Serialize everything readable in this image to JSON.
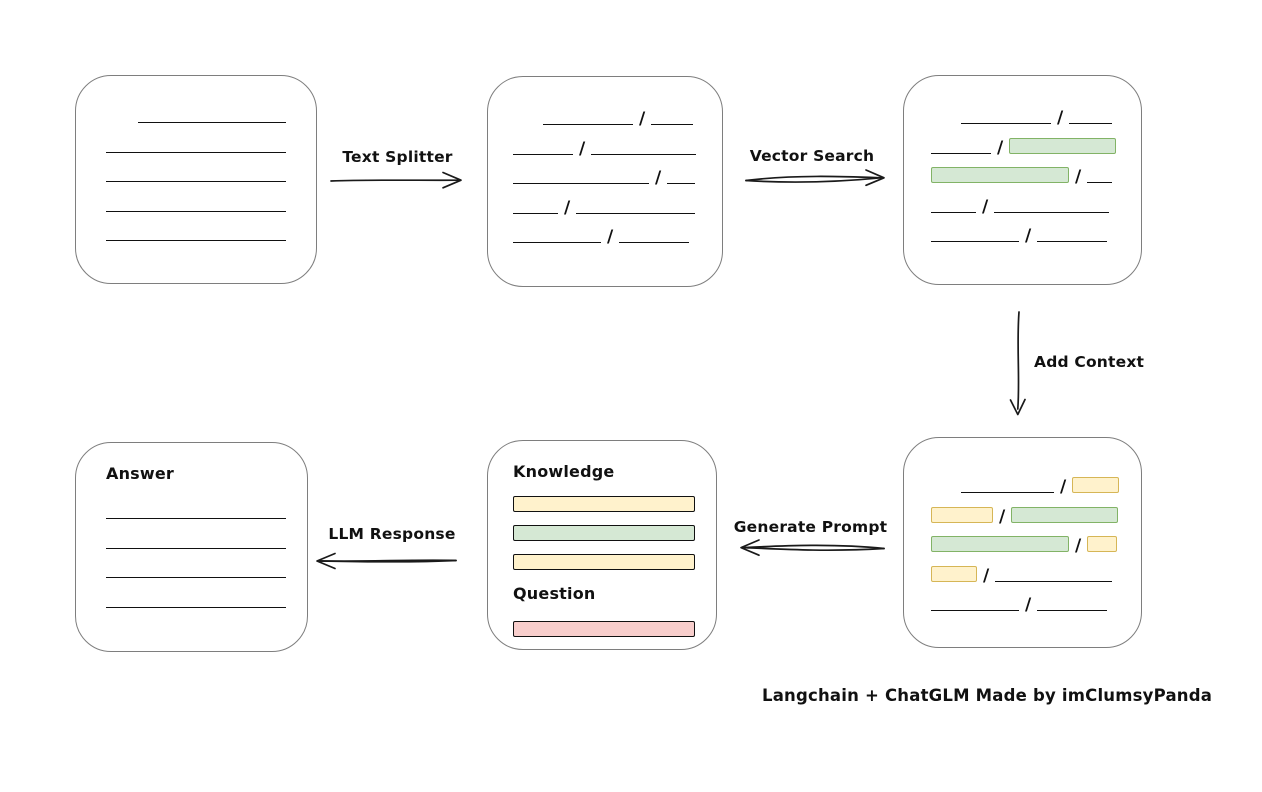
{
  "caption": "Langchain + ChatGLM Made by imClumsyPanda",
  "arrows": {
    "text_splitter": {
      "label": "Text Splitter",
      "direction": "right"
    },
    "vector_search": {
      "label": "Vector Search",
      "direction": "right"
    },
    "add_context": {
      "label": "Add Context",
      "direction": "down"
    },
    "generate_prompt": {
      "label": "Generate Prompt",
      "direction": "left"
    },
    "llm_response": {
      "label": "LLM Response",
      "direction": "left"
    }
  },
  "colors": {
    "green_fill": "#d5e8d4",
    "green_stroke": "#82b366",
    "yellow_fill": "#fff2cc",
    "yellow_stroke": "#d6b656",
    "red_fill": "#f8cecc",
    "red_stroke": "#b85450",
    "box_stroke": "#7e7e7e",
    "ink": "#111111"
  },
  "boxes": {
    "document": {
      "rows": [
        {
          "indent": 32,
          "tokens": [
            {
              "t": "line",
              "w": 148
            }
          ]
        },
        {
          "tokens": [
            {
              "t": "line",
              "w": 180
            }
          ]
        },
        {
          "tokens": [
            {
              "t": "line",
              "w": 180
            }
          ]
        },
        {
          "tokens": [
            {
              "t": "line",
              "w": 180
            }
          ]
        },
        {
          "tokens": [
            {
              "t": "line",
              "w": 180
            }
          ]
        }
      ]
    },
    "split_text": {
      "rows": [
        {
          "indent": 30,
          "tokens": [
            {
              "t": "line",
              "w": 90
            },
            {
              "t": "slash"
            },
            {
              "t": "line",
              "w": 42
            }
          ]
        },
        {
          "tokens": [
            {
              "t": "line",
              "w": 60
            },
            {
              "t": "slash"
            },
            {
              "t": "line",
              "w": 105
            }
          ]
        },
        {
          "tokens": [
            {
              "t": "line",
              "w": 136
            },
            {
              "t": "slash"
            },
            {
              "t": "line",
              "w": 28
            }
          ]
        },
        {
          "tokens": [
            {
              "t": "line",
              "w": 45
            },
            {
              "t": "slash"
            },
            {
              "t": "line",
              "w": 119
            }
          ]
        },
        {
          "tokens": [
            {
              "t": "line",
              "w": 88
            },
            {
              "t": "slash"
            },
            {
              "t": "line",
              "w": 70
            }
          ]
        }
      ]
    },
    "vector_matches": {
      "rows": [
        {
          "indent": 30,
          "tokens": [
            {
              "t": "line",
              "w": 90
            },
            {
              "t": "slash"
            },
            {
              "t": "line",
              "w": 43
            }
          ]
        },
        {
          "tokens": [
            {
              "t": "line",
              "w": 60
            },
            {
              "t": "slash"
            },
            {
              "t": "chip",
              "c": "green",
              "w": 107
            }
          ]
        },
        {
          "tokens": [
            {
              "t": "chip",
              "c": "green",
              "w": 138
            },
            {
              "t": "slash"
            },
            {
              "t": "line",
              "w": 25
            }
          ]
        },
        {
          "tokens": [
            {
              "t": "line",
              "w": 45
            },
            {
              "t": "slash"
            },
            {
              "t": "line",
              "w": 115
            }
          ]
        },
        {
          "tokens": [
            {
              "t": "line",
              "w": 88
            },
            {
              "t": "slash"
            },
            {
              "t": "line",
              "w": 70
            }
          ]
        }
      ]
    },
    "context_chunks": {
      "rows": [
        {
          "indent": 30,
          "tokens": [
            {
              "t": "line",
              "w": 93
            },
            {
              "t": "slash"
            },
            {
              "t": "chip",
              "c": "yellow",
              "w": 47
            }
          ]
        },
        {
          "tokens": [
            {
              "t": "chip",
              "c": "yellow",
              "w": 62
            },
            {
              "t": "slash"
            },
            {
              "t": "chip",
              "c": "green",
              "w": 107
            }
          ]
        },
        {
          "tokens": [
            {
              "t": "chip",
              "c": "green",
              "w": 138
            },
            {
              "t": "slash"
            },
            {
              "t": "chip",
              "c": "yellow",
              "w": 30
            }
          ]
        },
        {
          "tokens": [
            {
              "t": "chip",
              "c": "yellow",
              "w": 46
            },
            {
              "t": "slash"
            },
            {
              "t": "line",
              "w": 117
            }
          ]
        },
        {
          "tokens": [
            {
              "t": "line",
              "w": 88
            },
            {
              "t": "slash"
            },
            {
              "t": "line",
              "w": 70
            }
          ]
        }
      ]
    },
    "prompt": {
      "knowledge_label": "Knowledge",
      "question_label": "Question",
      "knowledge_bars": [
        {
          "c": "yellow",
          "w": 182
        },
        {
          "c": "green",
          "w": 182
        },
        {
          "c": "yellow",
          "w": 182
        }
      ],
      "question_bars": [
        {
          "c": "red",
          "w": 182
        }
      ]
    },
    "answer": {
      "label": "Answer",
      "rows": [
        {
          "tokens": [
            {
              "t": "line",
              "w": 180
            }
          ]
        },
        {
          "tokens": [
            {
              "t": "line",
              "w": 180
            }
          ]
        },
        {
          "tokens": [
            {
              "t": "line",
              "w": 180
            }
          ]
        },
        {
          "tokens": [
            {
              "t": "line",
              "w": 180
            }
          ]
        }
      ]
    }
  }
}
